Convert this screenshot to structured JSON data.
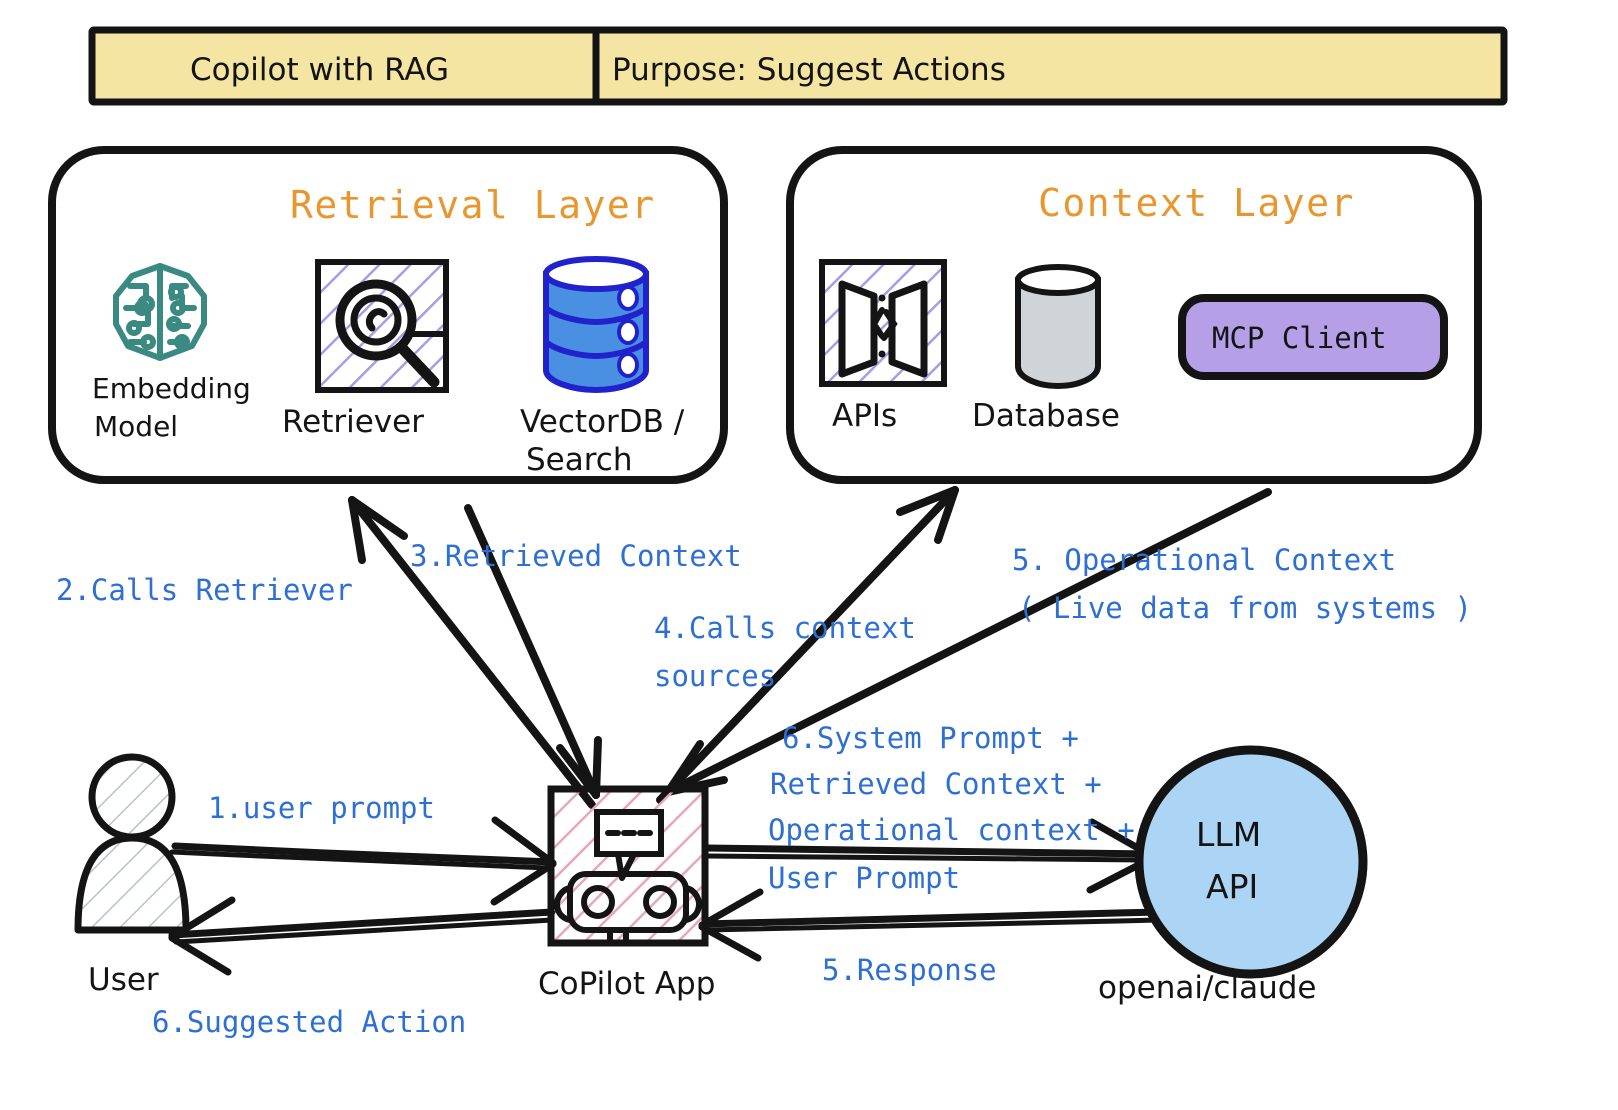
{
  "banner": {
    "left_label": "Copilot with RAG",
    "right_label": "Purpose: Suggest Actions",
    "fill": "#F5E5A3",
    "stroke": "#141414"
  },
  "layers": [
    {
      "key": "retrieval",
      "title": "Retrieval Layer",
      "title_color": "#E8962E",
      "nodes": [
        {
          "name": "embedding-model",
          "label_line1": "Embedding",
          "label_line2": "Model",
          "icon": "brain-circuit-icon",
          "color": "#3A8A82"
        },
        {
          "name": "retriever",
          "label_line1": "Retriever",
          "label_line2": "",
          "icon": "magnifier-icon",
          "color": "#A89CE8"
        },
        {
          "name": "vectordb",
          "label_line1": "VectorDB /",
          "label_line2": "Search",
          "icon": "database-stack-icon",
          "color": "#4A90E2"
        }
      ]
    },
    {
      "key": "context",
      "title": "Context Layer",
      "title_color": "#E8962E",
      "nodes": [
        {
          "name": "apis",
          "label_line1": "APIs",
          "label_line2": "",
          "icon": "open-doors-icon",
          "color": "#A89CE8"
        },
        {
          "name": "database",
          "label_line1": "Database",
          "label_line2": "",
          "icon": "cylinder-icon",
          "color": "#CFD4D8"
        },
        {
          "name": "mcp-client",
          "label_line1": "MCP Client",
          "label_line2": "",
          "icon": "pill-shape",
          "color": "#B5A0E8"
        }
      ]
    }
  ],
  "actors": {
    "user": {
      "label": "User",
      "icon": "person-icon"
    },
    "copilot": {
      "label": "CoPilot App",
      "icon": "robot-icon",
      "hatch_color": "#E8A6BE"
    },
    "llm": {
      "label_line1": "LLM",
      "label_line2": "API",
      "caption": "openai/claude",
      "fill": "#ACD4F5"
    }
  },
  "flows": [
    {
      "id": "1",
      "text": "1.user prompt"
    },
    {
      "id": "2",
      "text": "2.Calls Retriever"
    },
    {
      "id": "3",
      "text": "3.Retrieved Context"
    },
    {
      "id": "4a",
      "text": "4.Calls context"
    },
    {
      "id": "4b",
      "text": "sources"
    },
    {
      "id": "5op_a",
      "text": "5. Operational Context"
    },
    {
      "id": "5op_b",
      "text": "( Live data from systems )"
    },
    {
      "id": "6a",
      "text": "6.System Prompt +"
    },
    {
      "id": "6b",
      "text": "Retrieved Context +"
    },
    {
      "id": "6c",
      "text": "Operational context +"
    },
    {
      "id": "6d",
      "text": "User Prompt"
    },
    {
      "id": "5resp",
      "text": "5.Response"
    },
    {
      "id": "6sugg",
      "text": "6.Suggested Action"
    }
  ],
  "colors": {
    "ink": "#141414",
    "accent_orange": "#E8962E",
    "flow_blue": "#2E6FD4",
    "banner_yellow": "#F5E5A3",
    "purple": "#B5A0E8",
    "hatch_lavender": "#A89CE8",
    "hatch_pink": "#E8A6BE",
    "teal": "#3A8A82",
    "db_blue": "#4A90E2",
    "llm_blue": "#ACD4F5",
    "grey": "#CFD4D8"
  }
}
